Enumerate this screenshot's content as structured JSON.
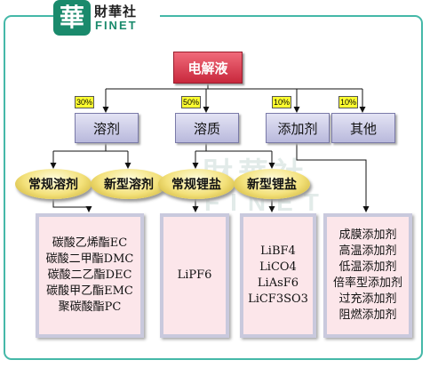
{
  "logo": {
    "seal_char": "華",
    "name_cn": "財華社",
    "name_en": "FINET"
  },
  "watermark": {
    "cn": "財華社",
    "en": "FINET"
  },
  "root": {
    "label": "电解液"
  },
  "categories": [
    {
      "label": "溶剂",
      "share": "30%"
    },
    {
      "label": "溶质",
      "share": "50%"
    },
    {
      "label": "添加剂",
      "share": "10%"
    },
    {
      "label": "其他",
      "share": "10%"
    }
  ],
  "subtypes": [
    {
      "label": "常规溶剂"
    },
    {
      "label": "新型溶剂"
    },
    {
      "label": "常规锂盐"
    },
    {
      "label": "新型锂盐"
    }
  ],
  "leaves": {
    "solvents": [
      "碳酸乙烯酯EC",
      "碳酸二甲酯DMC",
      "碳酸二乙酯DEC",
      "碳酸甲乙酯EMC",
      "聚碳酸酯PC"
    ],
    "conventional_salt": [
      "LiPF6"
    ],
    "new_salts": [
      "LiBF4",
      "LiCO4",
      "LiAsF6",
      "LiCF3SO3"
    ],
    "additives": [
      "成膜添加剂",
      "高温添加剂",
      "低温添加剂",
      "倍率型添加剂",
      "过充添加剂",
      "阻燃添加剂"
    ]
  },
  "colors": {
    "frame": "#45b8a8",
    "root_fill": "#d8344a",
    "category_fill": "#c9c9e6",
    "share_badge": "#ffff30",
    "subtype_fill": "#f3e17a",
    "leaf_fill": "#fce6ea",
    "leaf_border": "#c9c9dd"
  }
}
